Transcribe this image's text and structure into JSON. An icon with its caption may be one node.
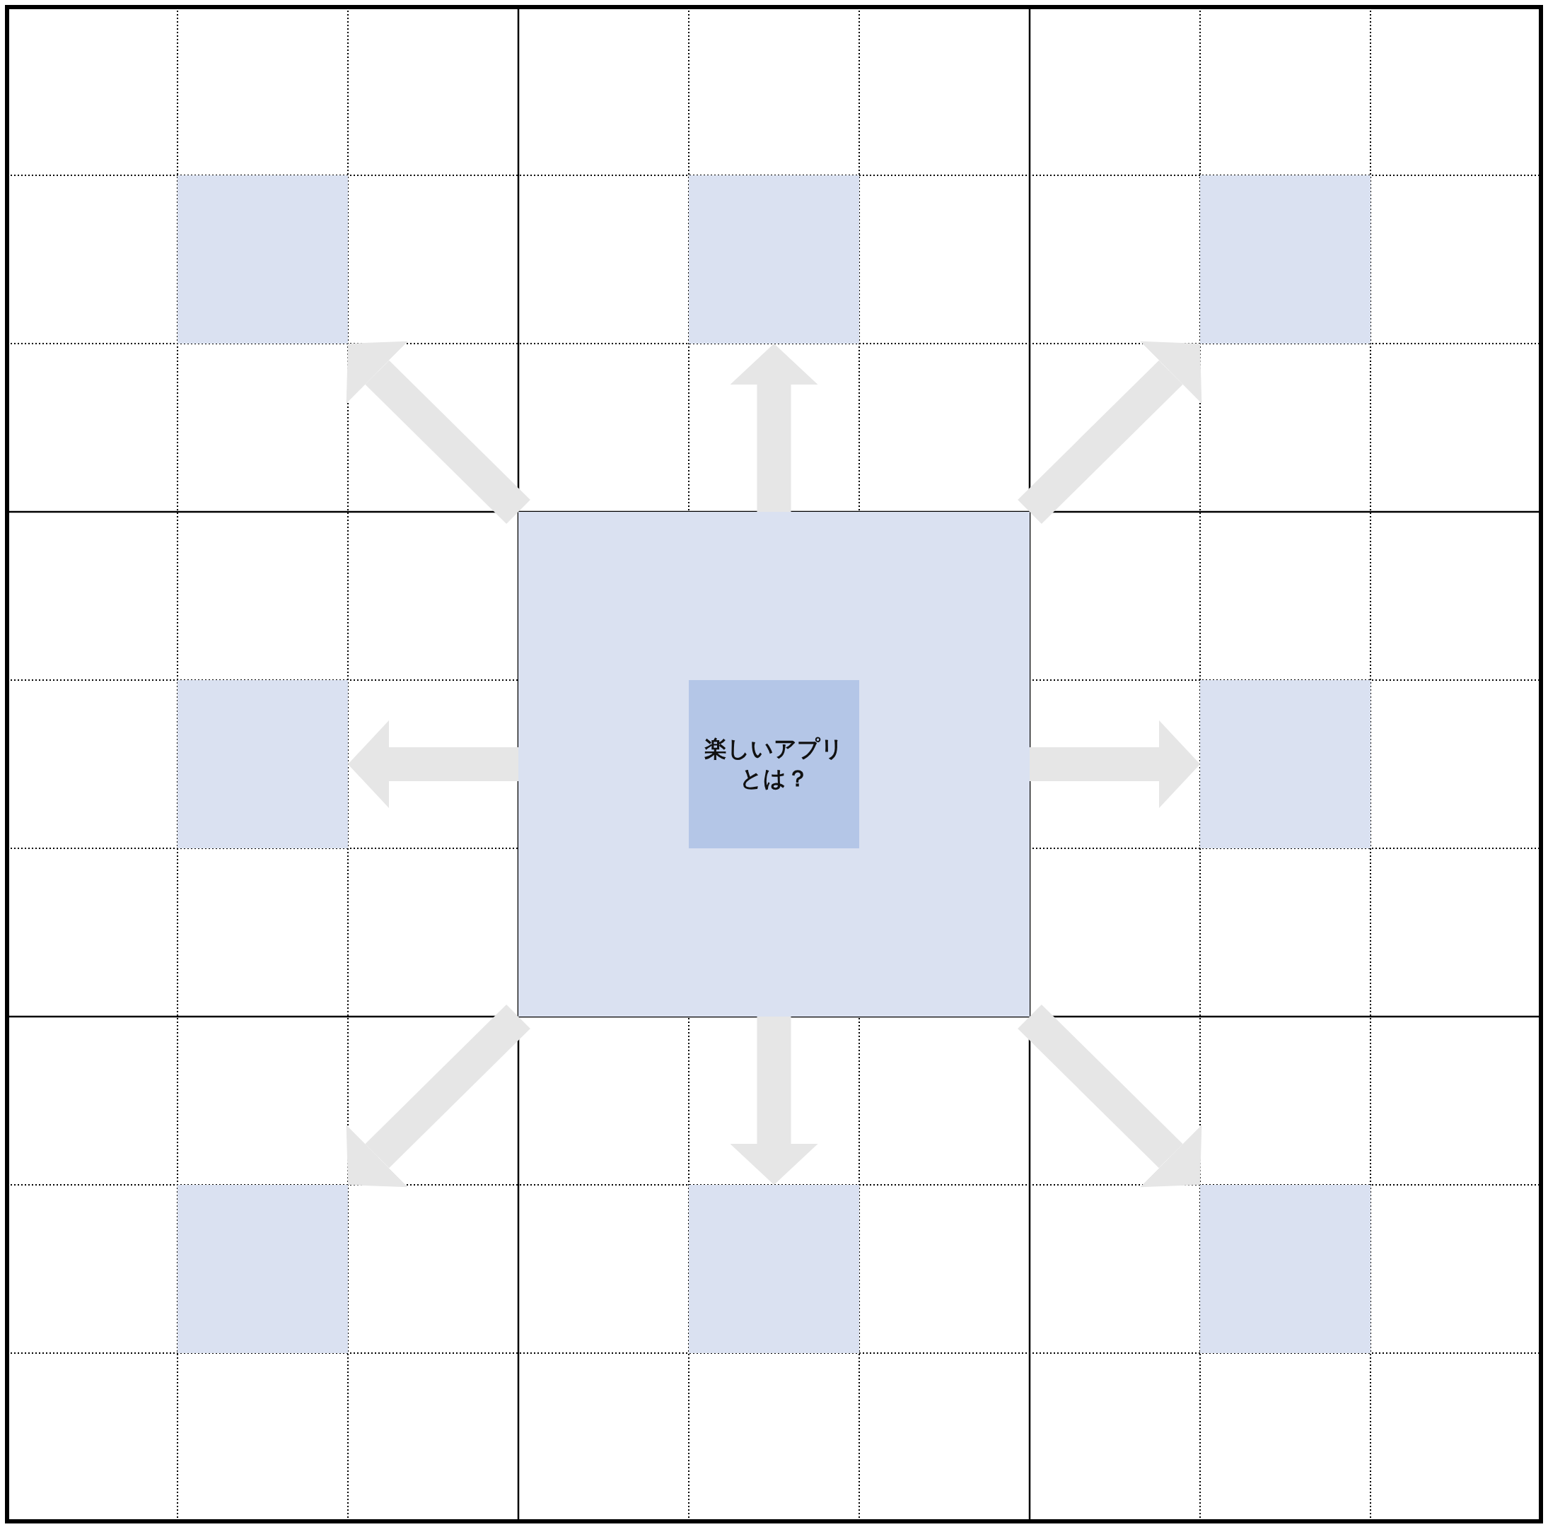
{
  "diagram": {
    "nodes": [
      {
        "text": [],
        "shape": "box"
      },
      {
        "text": [
          "楽しいアプリとは？"
        ],
        "in": 0
      },
      {
        "text": [],
        "shape": "box"
      },
      {
        "text": [],
        "shape": "box"
      },
      {
        "text": [],
        "shape": "box"
      },
      {
        "text": [],
        "shape": "box"
      },
      {
        "text": [],
        "shape": "box"
      },
      {
        "text": [],
        "shape": "box"
      },
      {
        "text": [],
        "shape": "box"
      },
      {
        "text": [],
        "shape": "box"
      }
    ],
    "edges": [
      {
        "from": 0,
        "to": 2,
        "arrow": "to"
      },
      {
        "from": 0,
        "to": 3,
        "arrow": "to"
      },
      {
        "from": 0,
        "to": 4,
        "arrow": "to"
      },
      {
        "from": 0,
        "to": 5,
        "arrow": "to"
      },
      {
        "from": 0,
        "to": 6,
        "arrow": "to"
      },
      {
        "from": 0,
        "to": 7,
        "arrow": "to"
      },
      {
        "from": 0,
        "to": 8,
        "arrow": "to"
      },
      {
        "from": 0,
        "to": 9,
        "arrow": "to"
      }
    ]
  }
}
